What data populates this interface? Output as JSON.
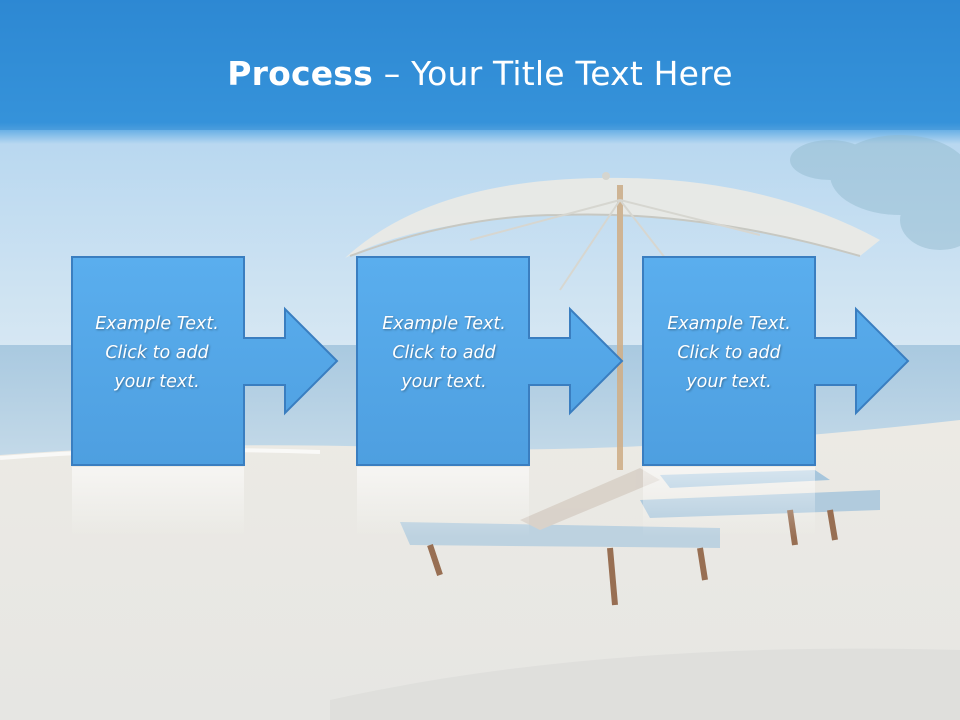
{
  "slide": {
    "title_bold": "Process",
    "title_separator": " – ",
    "title_rest": "Your Title Text Here",
    "steps": [
      {
        "line1": "Example Text.",
        "line2": "Click  to add",
        "line3": "your text."
      },
      {
        "line1": "Example Text.",
        "line2": "Click  to add",
        "line3": "your text."
      },
      {
        "line1": "Example Text.",
        "line2": "Click  to add",
        "line3": "your text."
      }
    ]
  },
  "colors": {
    "title_bar": "#2f8fd6",
    "box_fill": "#55a8e8",
    "box_stroke": "#3a7ec0",
    "sky": "#c9e1f1",
    "sand": "#ecebe6"
  }
}
